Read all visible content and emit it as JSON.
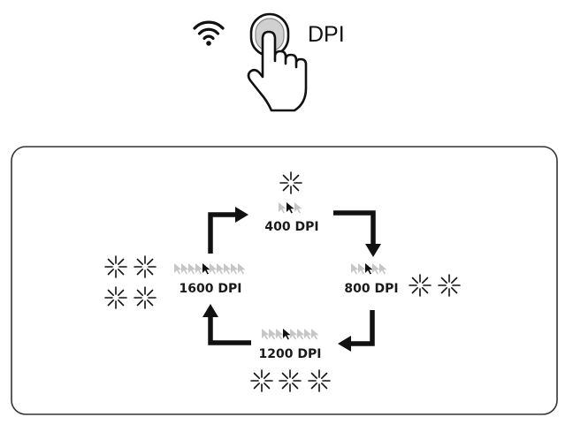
{
  "header": {
    "button_label": "DPI",
    "wireless_icon": "wifi-icon",
    "hand_icon": "pointing-hand-icon"
  },
  "cycle": {
    "levels": [
      {
        "label": "400 DPI",
        "indicator_count": 1
      },
      {
        "label": "800 DPI",
        "indicator_count": 2
      },
      {
        "label": "1200 DPI",
        "indicator_count": 3
      },
      {
        "label": "1600 DPI",
        "indicator_count": 4
      }
    ],
    "direction": "clockwise",
    "indicator_icon": "led-flash-icon",
    "cursor_icon": "cursor-motion-icon"
  },
  "colors": {
    "stroke": "#111111",
    "frame": "#333333",
    "button_fill": "#d0d0d0",
    "trail": "#b8b8b8"
  }
}
